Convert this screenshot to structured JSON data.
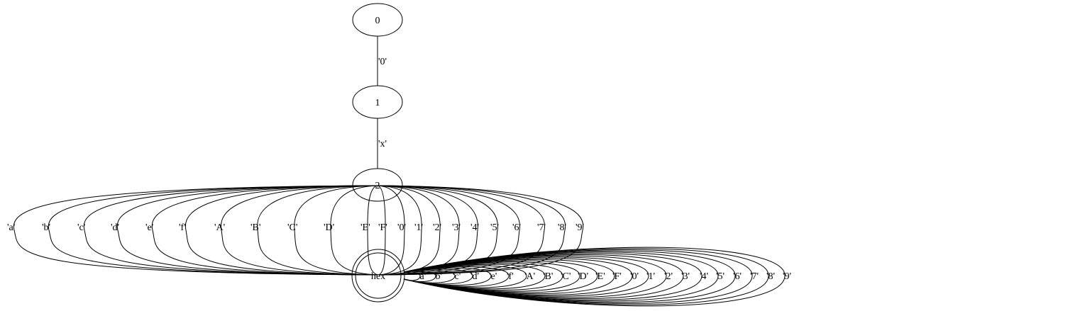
{
  "nodes": {
    "n0": "0",
    "n1": "1",
    "n2": "2",
    "hex": "hex"
  },
  "edges": {
    "n0_n1": "'0'",
    "n1_n2": "'x'",
    "n2_hex": [
      "'a'",
      "'b'",
      "'c'",
      "'d'",
      "'e'",
      "'f'",
      "'A'",
      "'B'",
      "'C'",
      "'D'",
      "'E'",
      "'F'",
      "'0'",
      "'1'",
      "'2'",
      "'3'",
      "'4'",
      "'5'",
      "'6'",
      "'7'",
      "'8'",
      "'9'"
    ],
    "hex_loops": [
      "'a'",
      "'b'",
      "'c'",
      "'d'",
      "'e'",
      "'f'",
      "'A'",
      "'B'",
      "'C'",
      "'D'",
      "'E'",
      "'F'",
      "'0'",
      "'1'",
      "'2'",
      "'3'",
      "'4'",
      "'5'",
      "'6'",
      "'7'",
      "'8'",
      "'9'"
    ]
  },
  "final_states": [
    "hex"
  ]
}
